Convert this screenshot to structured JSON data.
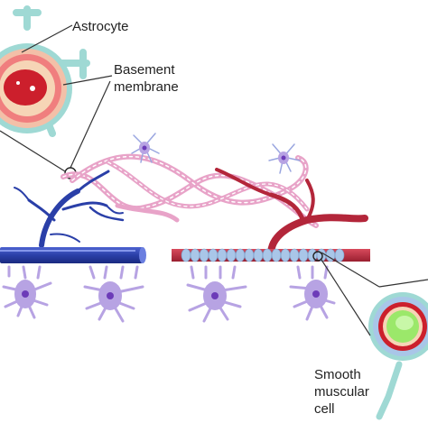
{
  "labels": {
    "astrocyte": "Astrocyte",
    "basement_line1": "Basement",
    "basement_line2": "membrane",
    "smooth_line1": "Smooth",
    "smooth_line2": "muscular",
    "smooth_line3": "cell"
  },
  "colors": {
    "artery_blue": "#2a3fa8",
    "vein_red": "#b3263a",
    "capillary_pink": "#e8a3c8",
    "astrocyte_purple": "#b7a3e3",
    "astrocyte_nucleus": "#6c3bb8",
    "endfoot_teal": "#9fd9d4",
    "smooth_muscle_blue": "#a9c6e8",
    "lumen_red": "#cc1f2c",
    "lumen_green": "#9be86a",
    "callout_line": "#333333"
  }
}
